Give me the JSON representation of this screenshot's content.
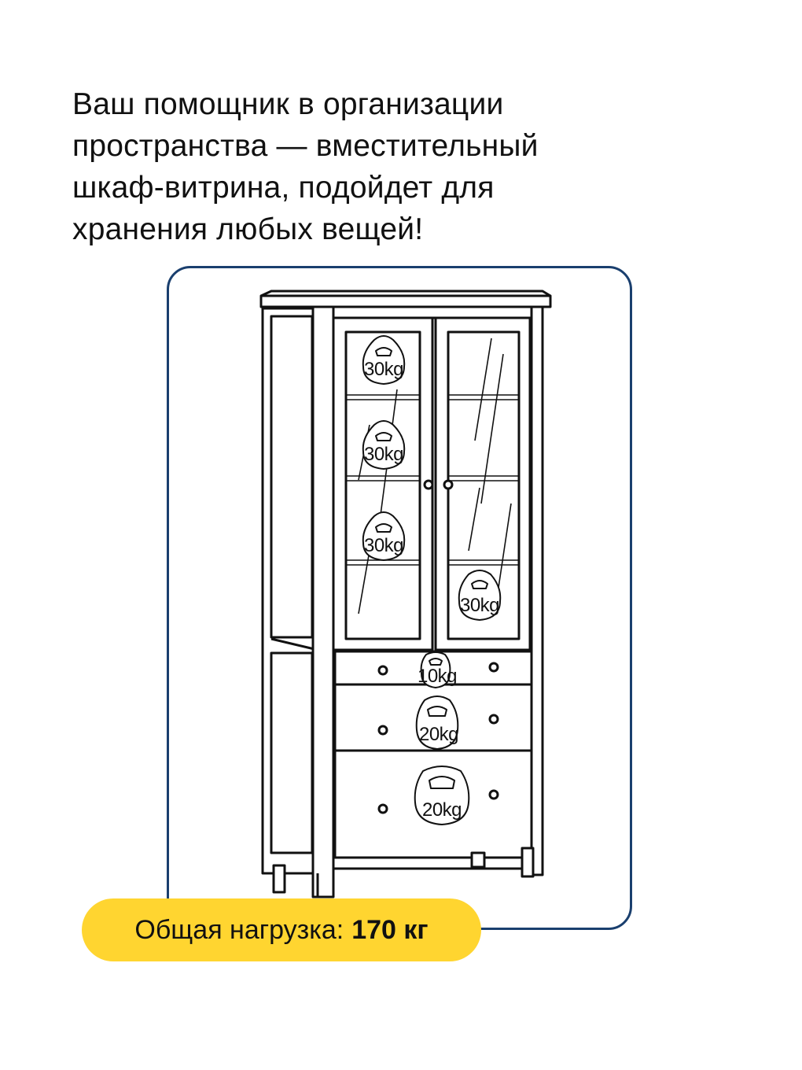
{
  "headline": {
    "lines": [
      "Ваш помощник в организации",
      "пространства — вместительный",
      "шкаф-витрина, подойдет для",
      "хранения любых вещей!"
    ]
  },
  "weights": [
    {
      "label": "30kg"
    },
    {
      "label": "30kg"
    },
    {
      "label": "30kg"
    },
    {
      "label": "30kg"
    },
    {
      "label": "10kg"
    },
    {
      "label": "20kg"
    },
    {
      "label": "20kg"
    }
  ],
  "total_load": {
    "label": "Общая нагрузка:",
    "value": "170 кг"
  },
  "colors": {
    "frame_border": "#1a3f6e",
    "pill_background": "#ffd530",
    "line_art": "#111111"
  },
  "icons": [
    "cabinet-illustration",
    "kettlebell-icon"
  ]
}
